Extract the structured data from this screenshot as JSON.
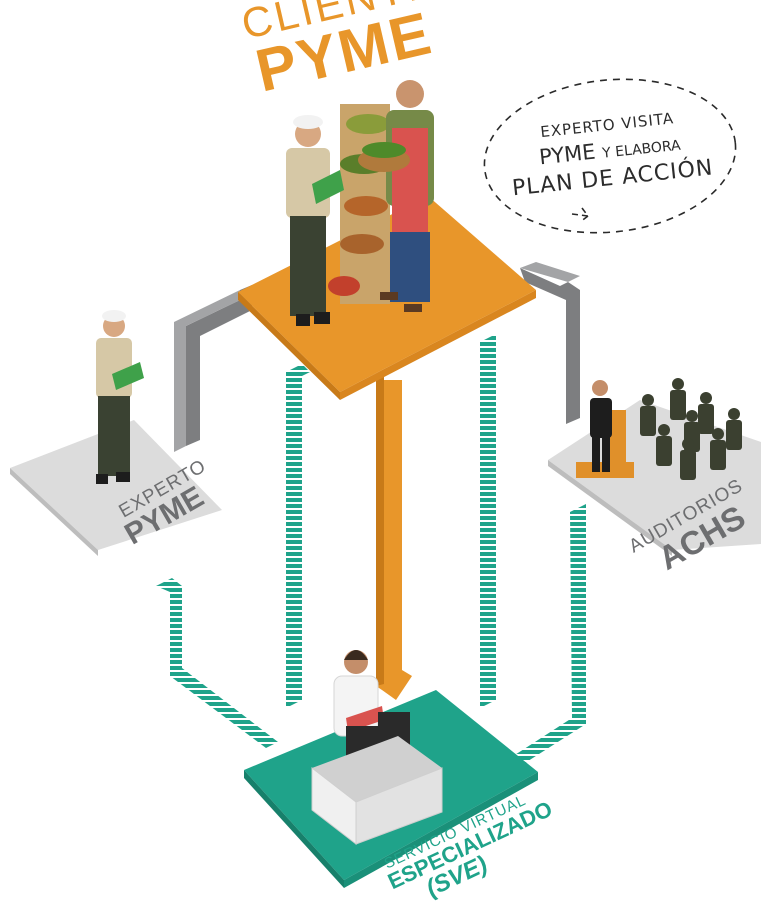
{
  "colors": {
    "orange": "#e8962a",
    "teal": "#1fa38a",
    "gray": "#7d7e80",
    "light_gray": "#dcdcdc"
  },
  "nodes": {
    "cliente": {
      "line1": "CLIENTE",
      "line2": "PYME"
    },
    "experto": {
      "line1": "EXPERTO",
      "line2": "PYME"
    },
    "auditorios": {
      "line1": "AUDITORIOS",
      "line2": "ACHS"
    },
    "sve": {
      "line1": "SERVICIO VIRTUAL",
      "line2": "ESPECIALIZADO",
      "line3": "(SVE)"
    }
  },
  "callout": {
    "line1": "EXPERTO VISITA",
    "line2_main": "PYME",
    "line2_small": "Y ELABORA",
    "line3": "PLAN DE ACCIÓN"
  },
  "icons": {
    "cliente_people": "worker-and-grocer-icon",
    "experto_person": "safety-expert-icon",
    "auditorium": "auditorium-audience-icon",
    "operator": "call-center-operator-icon"
  }
}
